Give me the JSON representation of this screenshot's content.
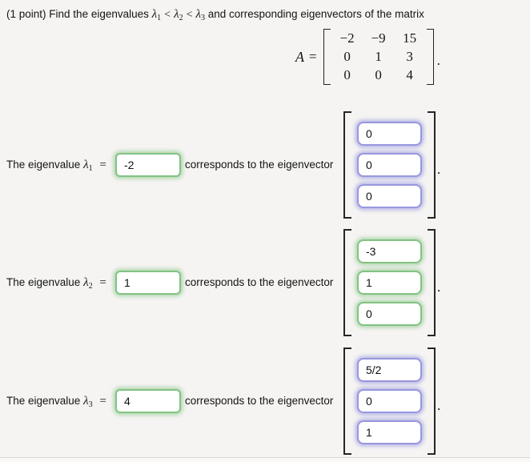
{
  "header": {
    "points": "(1 point)",
    "text_before": "Find the eigenvalues",
    "lambda": "λ",
    "sub1": "1",
    "sub2": "2",
    "sub3": "3",
    "lt1": "<",
    "lt2": "<",
    "text_after": "and corresponding eigenvectors of the matrix"
  },
  "matrix": {
    "label": "A",
    "equals": "=",
    "rows": [
      [
        "−2",
        "−9",
        "15"
      ],
      [
        "0",
        "1",
        "3"
      ],
      [
        "0",
        "0",
        "4"
      ]
    ],
    "period": "."
  },
  "answers": [
    {
      "label_prefix": "The eigenvalue",
      "lambda": "λ",
      "lambda_sub": "1",
      "equals": "=",
      "eigenvalue": "-2",
      "eigenvalue_state": "green",
      "middle_text": "corresponds to the eigenvector",
      "vector": [
        "0",
        "0",
        "0"
      ],
      "vector_state": "purple",
      "period": "."
    },
    {
      "label_prefix": "The eigenvalue",
      "lambda": "λ",
      "lambda_sub": "2",
      "equals": "=",
      "eigenvalue": "1",
      "eigenvalue_state": "green",
      "middle_text": "corresponds to the eigenvector",
      "vector": [
        "-3",
        "1",
        "0"
      ],
      "vector_state": "green",
      "period": "."
    },
    {
      "label_prefix": "The eigenvalue",
      "lambda": "λ",
      "lambda_sub": "3",
      "equals": "=",
      "eigenvalue": "4",
      "eigenvalue_state": "green",
      "middle_text": "corresponds to the eigenvector",
      "vector": [
        "5/2",
        "0",
        "1"
      ],
      "vector_state": "purple",
      "period": "."
    }
  ],
  "colors": {
    "page_background": "#f5f4f2",
    "correct_green_border": "#82c382",
    "neutral_purple_border": "#9897de",
    "bracket": "#262626"
  }
}
